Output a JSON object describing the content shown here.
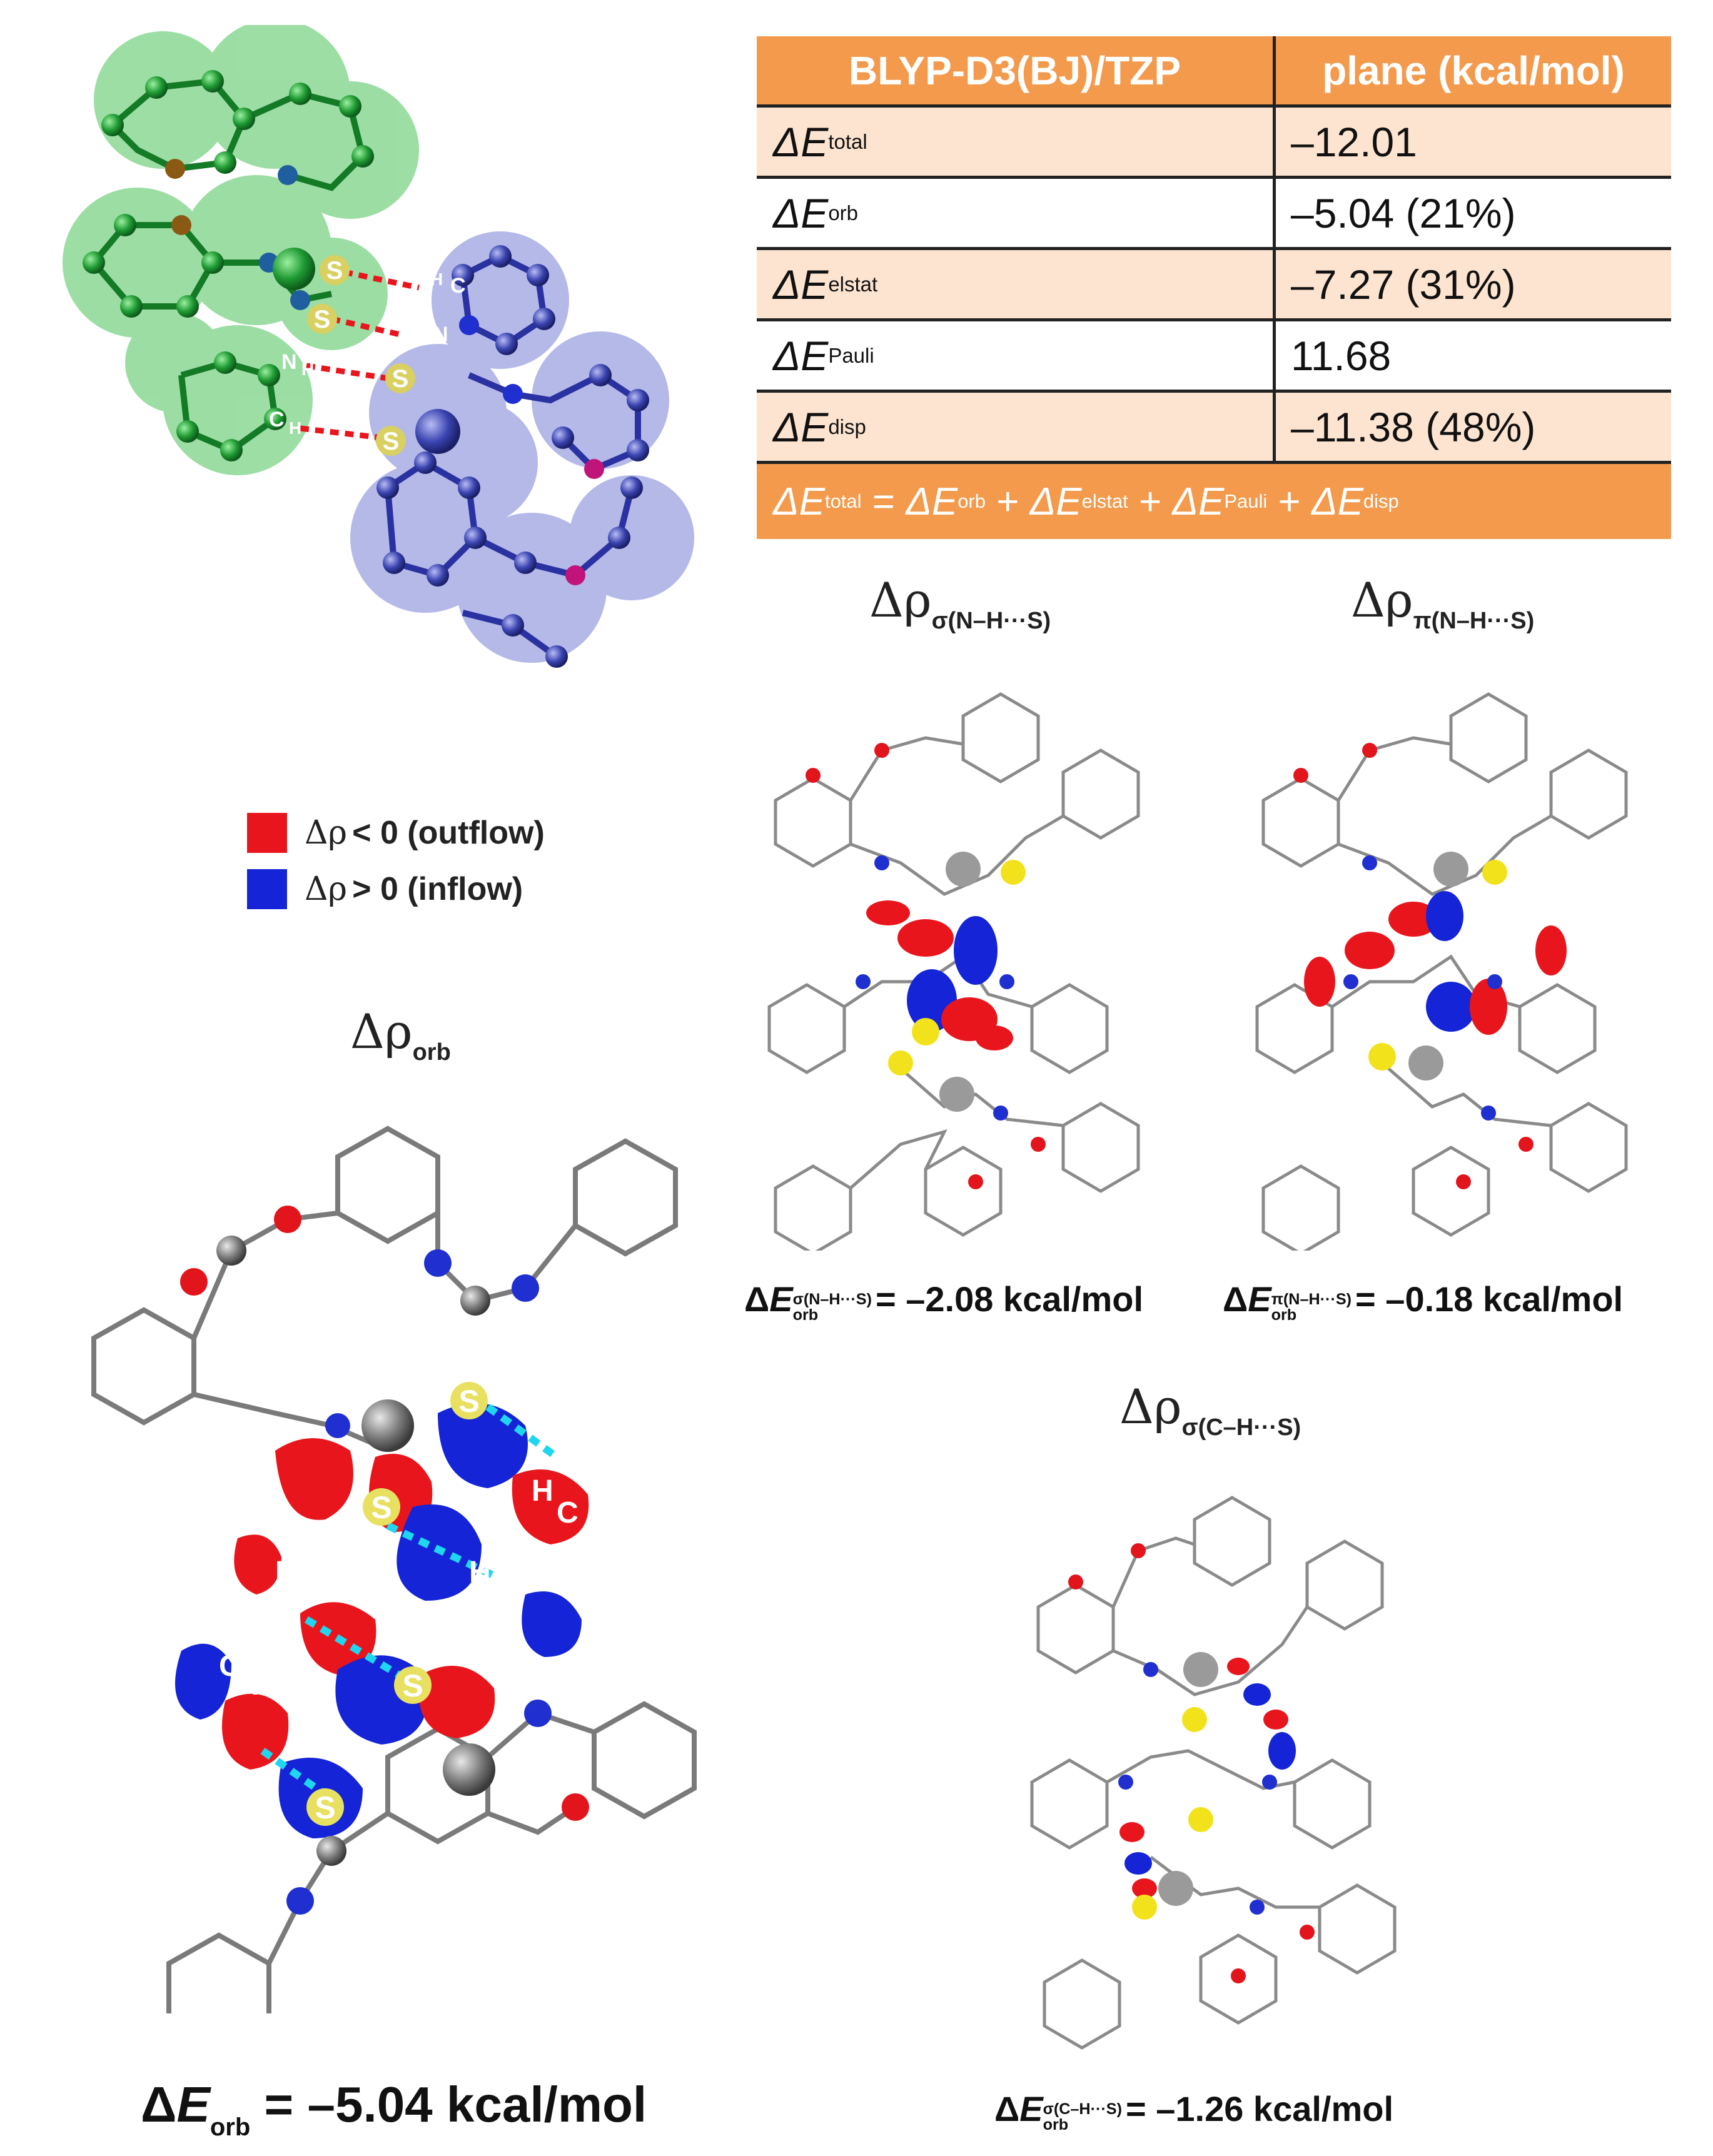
{
  "table": {
    "header": {
      "method": "BLYP-D3(BJ)/TZP",
      "column": "plane (kcal/mol)"
    },
    "rows": [
      {
        "symbol": "ΔE",
        "sub": "total",
        "value": "–12.01"
      },
      {
        "symbol": "ΔE",
        "sub": "orb",
        "value": "–5.04 (21%)"
      },
      {
        "symbol": "ΔE",
        "sub": "elstat",
        "value": "–7.27 (31%)"
      },
      {
        "symbol": "ΔE",
        "sub": "Pauli",
        "value": "11.68"
      },
      {
        "symbol": "ΔE",
        "sub": "disp",
        "value": "–11.38 (48%)"
      }
    ],
    "equation": {
      "lhs_sub": "total",
      "terms": [
        "orb",
        "elstat",
        "Pauli",
        "disp"
      ]
    }
  },
  "legend": {
    "outflow": {
      "label": "< 0 (outflow)",
      "color": "#e8161c"
    },
    "inflow": {
      "label": "> 0 (inflow)",
      "color": "#1424d6"
    }
  },
  "panels": {
    "sigma_nh": {
      "title_sub": "σ(N–H···S)",
      "energy_sup": "σ(N–H···S)",
      "energy_value": "= –2.08 kcal/mol"
    },
    "pi_nh": {
      "title_sub": "π(N–H···S)",
      "energy_sup": "π(N–H···S)",
      "energy_value": "= –0.18 kcal/mol"
    },
    "sigma_ch": {
      "title_sub": "σ(C–H···S)",
      "energy_sup": "σ(C–H···S)",
      "energy_value": "= –1.26 kcal/mol"
    },
    "orb": {
      "title_sub": "orb",
      "energy_sub": "orb",
      "energy_value": "= –5.04 kcal/mol"
    }
  },
  "atom_labels": {
    "sulfur": "S",
    "hydrogen": "H",
    "nitrogen": "N",
    "carbon": "C"
  },
  "colors": {
    "header_orange": "#f39a4d",
    "row_shade": "#fde4d0",
    "fragment_green": "#2f9a3e",
    "fragment_blue": "#4a55b8",
    "carbon_gray": "#7f7f7f",
    "nitrogen_blue": "#1f2fd0",
    "oxygen_red": "#e2141c",
    "sulfur_yellow": "#f2e21c",
    "hbond_red": "#e8161c",
    "hbond_cyan": "#1fd6f0"
  }
}
